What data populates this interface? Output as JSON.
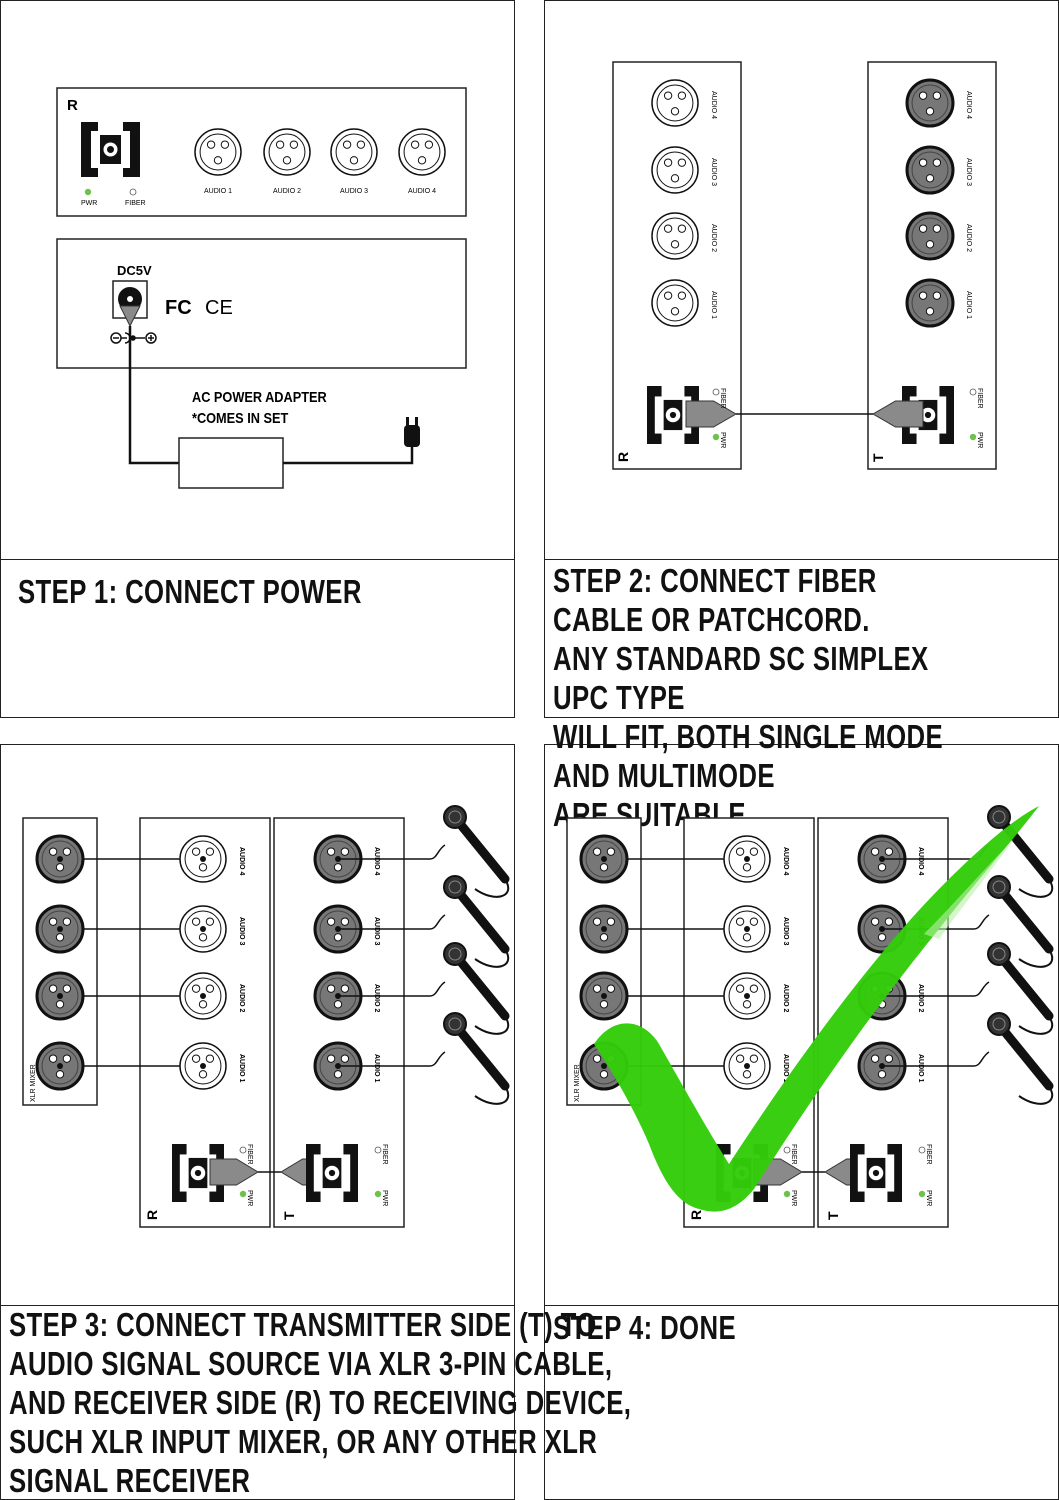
{
  "step1": {
    "device_label": "R",
    "audio_labels": [
      "AUDIO 1",
      "AUDIO 2",
      "AUDIO 3",
      "AUDIO 4"
    ],
    "pwr_label": "PWR",
    "fiber_label": "FIBER",
    "dc_label": "DC5V",
    "fc_mark": "FC",
    "ce_mark": "CE",
    "adapter_line1": "AC POWER ADAPTER",
    "adapter_line2": "*COMES IN SET",
    "caption": "STEP 1: CONNECT POWER"
  },
  "step2": {
    "receiver_label": "R",
    "transmitter_label": "T",
    "audio_labels": [
      "AUDIO 1",
      "AUDIO 2",
      "AUDIO 3",
      "AUDIO 4"
    ],
    "pwr_label": "PWR",
    "fiber_label": "FIBER",
    "caption": "STEP 2: CONNECT FIBER CABLE OR PATCHCORD.\nANY STANDARD SC SIMPLEX UPC TYPE\nWILL FIT, BOTH SINGLE MODE AND MULTIMODE\nARE SUITABLE"
  },
  "step3": {
    "mixer_label": "XLR MIXER",
    "receiver_label": "R",
    "transmitter_label": "T",
    "audio_labels": [
      "AUDIO 1",
      "AUDIO 2",
      "AUDIO 3",
      "AUDIO 4"
    ],
    "pwr_label": "PWR",
    "fiber_label": "FIBER",
    "caption": "STEP 3: CONNECT TRANSMITTER SIDE (T) TO\nAUDIO SIGNAL SOURCE VIA XLR 3-PIN CABLE,\nAND RECEIVER SIDE (R) TO RECEIVING DEVICE,\nSUCH XLR INPUT MIXER, OR ANY OTHER XLR\nSIGNAL RECEIVER"
  },
  "step4": {
    "mixer_label": "XLR MIXER",
    "receiver_label": "R",
    "transmitter_label": "T",
    "audio_labels": [
      "AUDIO 1",
      "AUDIO 2",
      "AUDIO 3",
      "AUDIO 4"
    ],
    "pwr_label": "PWR",
    "fiber_label": "FIBER",
    "caption": "STEP 4: DONE"
  },
  "colors": {
    "led_green": "#6cc24a",
    "checkmark_green": "#33cc0a",
    "connector_gray": "#8a8a8a",
    "xlr_dark": "#777777"
  },
  "icons": [
    "xlr-socket-icon",
    "sc-fiber-port-icon",
    "power-jack-icon",
    "power-plug-icon",
    "microphone-icon",
    "checkmark-icon"
  ]
}
